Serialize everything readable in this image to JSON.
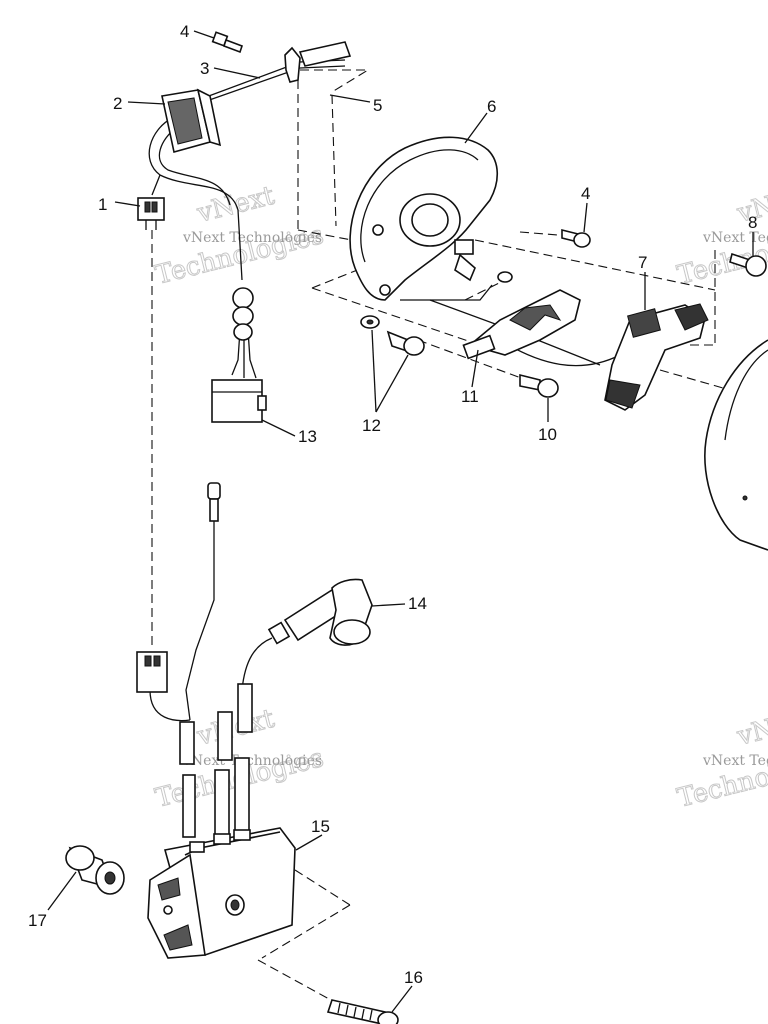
{
  "watermark": {
    "line1": "vNext",
    "line2": "Technologies",
    "line3": "vNext Technologies"
  },
  "callouts": [
    {
      "id": "1",
      "text": "1"
    },
    {
      "id": "2",
      "text": "2"
    },
    {
      "id": "3",
      "text": "3"
    },
    {
      "id": "4a",
      "text": "4"
    },
    {
      "id": "4b",
      "text": "4"
    },
    {
      "id": "5",
      "text": "5"
    },
    {
      "id": "6",
      "text": "6"
    },
    {
      "id": "7",
      "text": "7"
    },
    {
      "id": "8",
      "text": "8"
    },
    {
      "id": "10",
      "text": "10"
    },
    {
      "id": "11",
      "text": "11"
    },
    {
      "id": "12",
      "text": "12"
    },
    {
      "id": "13",
      "text": "13"
    },
    {
      "id": "14",
      "text": "14"
    },
    {
      "id": "15",
      "text": "15"
    },
    {
      "id": "16",
      "text": "16"
    },
    {
      "id": "17",
      "text": "17"
    }
  ]
}
